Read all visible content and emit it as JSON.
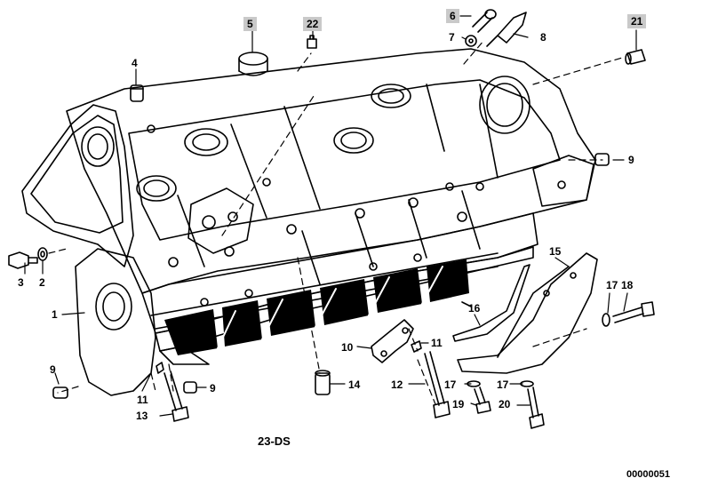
{
  "diagram": {
    "caption": "23-DS",
    "code": "00000051",
    "labels": {
      "p1": "1",
      "p2": "2",
      "p3": "3",
      "p4": "4",
      "p5": "5",
      "p6": "6",
      "p7": "7",
      "p8": "8",
      "p9a": "9",
      "p9b": "9",
      "p9c": "9",
      "p10": "10",
      "p11a": "11",
      "p11b": "11",
      "p12": "12",
      "p13": "13",
      "p14": "14",
      "p15": "15",
      "p16": "16",
      "p17a": "17",
      "p17b": "17",
      "p17c": "17",
      "p18": "18",
      "p19": "19",
      "p20": "20",
      "p21": "21",
      "p22": "22"
    },
    "highlight_color": "#c9c9c9",
    "line_color": "#000000"
  }
}
